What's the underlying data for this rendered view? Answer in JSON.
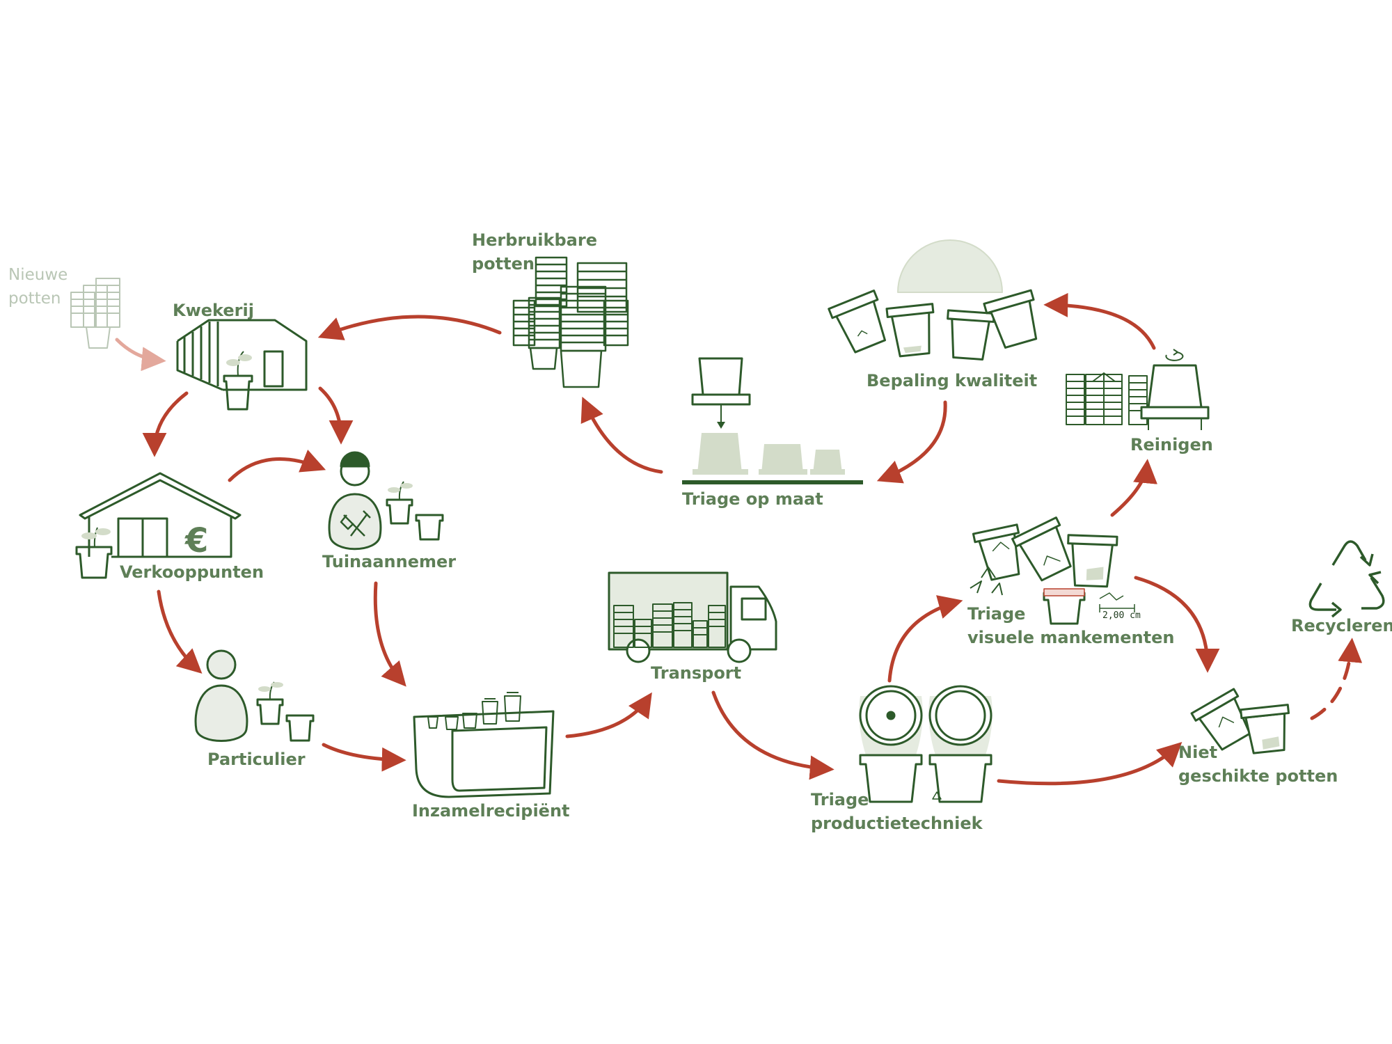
{
  "labels": {
    "nieuwe_potten": [
      "Nieuwe",
      "potten"
    ],
    "kwekerij": "Kwekerij",
    "herbruikbare_potten": [
      "Herbruikbare",
      "potten"
    ],
    "verkooppunten": "Verkooppunten",
    "tuinaannemer": "Tuinaannemer",
    "particulier": "Particulier",
    "inzamelrecipient": "Inzamelrecipiënt",
    "transport": "Transport",
    "triage_op_maat": "Triage op maat",
    "bepaling_kwaliteit": "Bepaling kwaliteit",
    "reinigen": "Reinigen",
    "triage_visuele": [
      "Triage",
      "visuele mankementen"
    ],
    "triage_productie": [
      "Triage",
      "productietechniek"
    ],
    "niet_geschikte": [
      "Niet",
      "geschikte potten"
    ],
    "recycleren": "Recycleren"
  },
  "symbols": {
    "euro": "€",
    "dimension": "2,00 cm"
  },
  "colors": {
    "primary": "#2d5a2a",
    "label": "#5e7f57",
    "faded": "#b9c6b5",
    "fill_light": "#d3dcc9",
    "arrow": "#b8402d",
    "arrow_faded": "#e3a89c"
  }
}
